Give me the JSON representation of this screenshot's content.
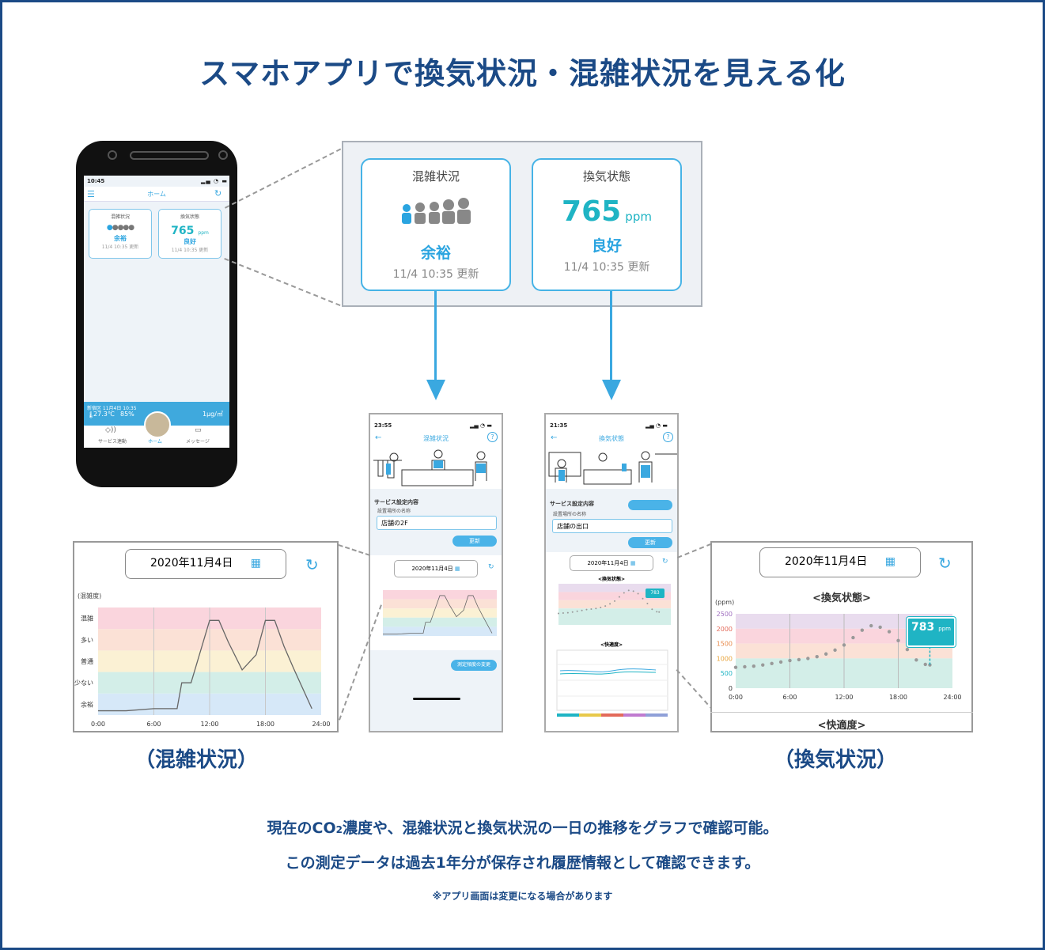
{
  "title": "スマホアプリで換気状況・混雑状況を見える化",
  "phone": {
    "time": "10:45",
    "header": "ホーム",
    "congestion_label": "混雑状況",
    "congestion_status": "余裕",
    "congestion_updated": "11/4 10:35 更新",
    "ventilation_label": "換気状態",
    "ventilation_value": "765",
    "ventilation_unit": "ppm",
    "ventilation_status": "良好",
    "ventilation_updated": "11/4 10:35 更新",
    "bar_date": "新宿区 11月4日 10:35",
    "bar_temp": "27.3℃",
    "bar_hum": "85%",
    "bar_pm": "1μg/㎥",
    "tabs": [
      "サービス連動",
      "ホーム",
      "メッセージ"
    ]
  },
  "zoom": {
    "congestion_label": "混雑状況",
    "congestion_status": "余裕",
    "congestion_updated": "11/4 10:35 更新",
    "ventilation_label": "換気状態",
    "ventilation_value": "765",
    "ventilation_unit": "ppm",
    "ventilation_status": "良好",
    "ventilation_updated": "11/4 10:35 更新"
  },
  "screen1": {
    "time": "23:55",
    "header": "混雑状況",
    "service_label": "サービス設定内容",
    "place_label": "設置場所の名称",
    "place_value": "店舗の2F",
    "update_button": "更新",
    "date": "2020年11月4日",
    "change_button": "測定頻度の変更"
  },
  "screen2": {
    "time": "21:35",
    "header": "換気状態",
    "service_label": "サービス設定内容",
    "place_label": "設置場所の名称",
    "place_value": "店舗の出口",
    "update_button": "更新",
    "date": "2020年11月4日",
    "vent_chart_title": "<換気状態>",
    "comfort_title": "<快適度>",
    "callout": "783"
  },
  "congestion_chart": {
    "date": "2020年11月4日",
    "ylabel": "(混雑度)",
    "levels": [
      "混雑",
      "多い",
      "普通",
      "少ない",
      "余裕"
    ],
    "xticks": [
      "0:00",
      "6:00",
      "12:00",
      "18:00",
      "24:00"
    ],
    "caption": "（混雑状況）"
  },
  "ventilation_chart": {
    "date": "2020年11月4日",
    "title": "<換気状態>",
    "ylabel": "(ppm)",
    "yticks": [
      "2500",
      "2000",
      "1500",
      "1000",
      "500",
      "0"
    ],
    "xticks": [
      "0:00",
      "6:00",
      "12:00",
      "18:00",
      "24:00"
    ],
    "callout_value": "783",
    "callout_unit": "ppm",
    "comfort_title": "<快適度>",
    "caption": "（換気状況）"
  },
  "chart_data": [
    {
      "type": "line",
      "ylabel": "(混雑度)",
      "categories_y": [
        "余裕",
        "少ない",
        "普通",
        "多い",
        "混雑"
      ],
      "x": [
        0,
        3,
        6,
        8.5,
        9,
        10,
        12,
        13,
        14,
        15.5,
        17,
        18,
        19,
        20,
        21,
        23
      ],
      "y": [
        0.2,
        0.2,
        0.3,
        0.3,
        1.5,
        1.5,
        4.4,
        4.4,
        3.4,
        2.1,
        2.8,
        4.4,
        4.4,
        3.2,
        2.2,
        0.3
      ],
      "xlim": [
        0,
        24
      ],
      "ylim": [
        0,
        5
      ]
    },
    {
      "type": "scatter",
      "ylabel": "(ppm)",
      "x": [
        0,
        1,
        2,
        3,
        4,
        5,
        6,
        7,
        8,
        9,
        10,
        11,
        12,
        13,
        14,
        15,
        16,
        17,
        18,
        19,
        20,
        21,
        21.5
      ],
      "y": [
        700,
        720,
        740,
        780,
        830,
        880,
        930,
        960,
        1000,
        1060,
        1150,
        1280,
        1450,
        1700,
        1950,
        2100,
        2050,
        1900,
        1600,
        1300,
        950,
        800,
        783
      ],
      "xlim": [
        0,
        24
      ],
      "ylim": [
        0,
        2500
      ]
    }
  ]
}
